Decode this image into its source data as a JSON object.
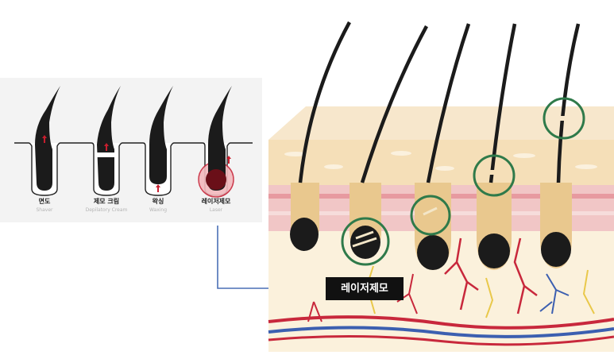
{
  "left_methods": [
    {
      "ko": "면도",
      "en": "Shaver"
    },
    {
      "ko": "제모 크림",
      "en": "Depilatory Cream"
    },
    {
      "ko": "왁싱",
      "en": "Waxing"
    },
    {
      "ko": "레이저제모",
      "en": "Laser"
    }
  ],
  "right_label": "레이저제모",
  "colors": {
    "hair": "#1b1b1b",
    "skin": "#f5e3c4",
    "dermis": "#f1c9c6",
    "vessel": "#c8283c",
    "nerve": "#e9c84a",
    "arrow": "#4a6fb5",
    "ring": "#2f7a4a"
  }
}
